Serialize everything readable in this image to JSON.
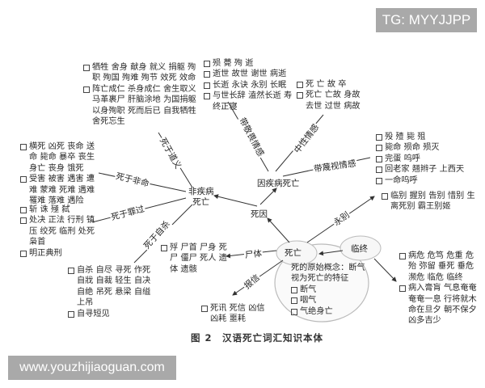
{
  "watermarks": {
    "top_right": "TG: MYYJJPP",
    "bottom_left": "www.youzhijiaoguan.com"
  },
  "caption": "图 2　汉语死亡词汇知识本体",
  "colors": {
    "watermark_bg": "#a9a9a9",
    "line": "#333333",
    "ellipse_stroke": "#bbbbbb"
  },
  "nodes": {
    "center": "死亡",
    "cause": "死因",
    "disease_death": "因疾病死亡",
    "non_disease_death_l1": "非疾病",
    "non_disease_death_l2": "死亡",
    "dying": "临终"
  },
  "edge_labels": {
    "with_reverence": "带敬畏情感",
    "neutral": "中性情感",
    "with_contempt": "带蔑视情感",
    "die_for_righteousness": "死于道义",
    "die_unnaturally": "死于非命",
    "die_for_crime": "死于罪过",
    "suicide": "死于自杀",
    "corpse": "尸体",
    "obituary": "报信",
    "farewell": "永别"
  },
  "leaves": {
    "righteousness": [
      {
        "text": "牺牲 舍身 献身 就义 捐躯 殉职 殉国 殉难 殉节 效死 效命"
      },
      {
        "text": "阵亡成仁 杀身成仁 舍生取义 马革裹尸 肝脑涂地 为国捐躯 以身殉职 死而后已 自我牺牲 舍死忘生"
      }
    ],
    "reverence": [
      {
        "text": "殒 薨 殉 逝"
      },
      {
        "text": "逝世 故世 谢世 病逝"
      },
      {
        "text": "长逝 永诀 永别 长眠"
      },
      {
        "text": "与世长辞 溘然长逝 寿终正寝"
      }
    ],
    "neutral": [
      {
        "text": "死 亡 故 卒"
      },
      {
        "text": "死亡 亡故 身故 去世 过世 病故"
      }
    ],
    "contempt": [
      {
        "text": "殁 殪 毙 殂"
      },
      {
        "text": "毙命 殒命 殒灭"
      },
      {
        "text": "完蛋 呜呼"
      },
      {
        "text": "回老家 翘辫子 上西天"
      },
      {
        "text": "一命呜呼"
      }
    ],
    "unnatural": [
      {
        "text": "横死 凶死 丧命 送命 毙命 暴卒 丧生 身亡 丧身 饿死"
      },
      {
        "text": "受害 被害 遇害 遭难 蒙难 死难 遇难 罹难 落难 遇险"
      }
    ],
    "crime": [
      {
        "text": "斩 诛 殛 弑"
      },
      {
        "text": "处决 正法 行刑 镇压 绞死 临刑 处死 枭首"
      },
      {
        "text": "明正典刑"
      }
    ],
    "suicide": [
      {
        "text": "自杀 自尽 寻死 作死 自戕 自裁 轻生 自决 自绝 吊死 悬梁 自缢 上吊"
      },
      {
        "text": "自寻短见"
      }
    ],
    "corpse": [
      {
        "text": "殍 尸首 尸身 死尸 僵尸 死人 遗体 遗骸"
      }
    ],
    "obituary": [
      {
        "text": "死讯 死信 凶信 凶耗 噩耗"
      }
    ],
    "farewell": [
      {
        "text": "临别 握别 告别 惜别 生离死别 霸王别姬"
      }
    ],
    "dying": [
      {
        "text": "病危 危笃 危重 危殆 弥留 垂死 垂危 濒危 临危 临终"
      },
      {
        "text": "病入膏肓 气息奄奄 奄奄一息 行将就木 命在旦夕 朝不保夕 凶多吉少"
      }
    ],
    "original_concept": {
      "intro": "死的原始概念：断气视为死亡的特征",
      "items": [
        {
          "text": "断气"
        },
        {
          "text": "咽气"
        },
        {
          "text": "气绝身亡"
        }
      ]
    }
  }
}
